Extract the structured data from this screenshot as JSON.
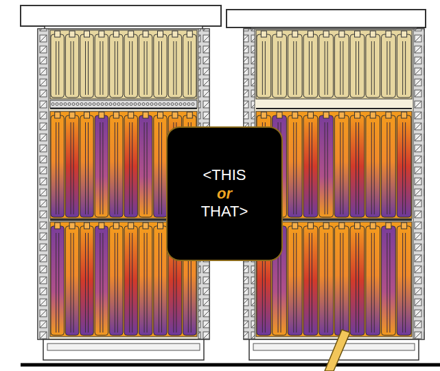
{
  "diagram": {
    "nodes": [
      {
        "text": [
          "<THIS",
          "or",
          "THAT>"
        ]
      }
    ]
  }
}
